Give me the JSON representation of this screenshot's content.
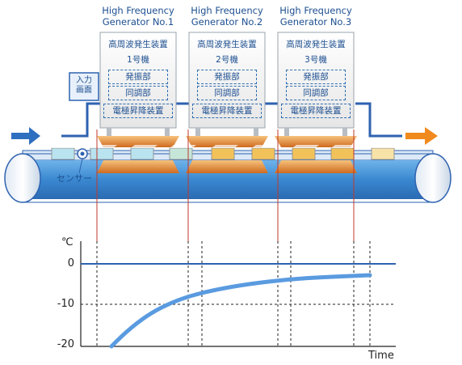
{
  "generators": [
    {
      "title_en": "High Frequency\nGenerator No.1",
      "title_jp": "高周波発生装置",
      "unit": "1号機",
      "oscillator": "発振部",
      "tuning": "同調部",
      "electrode": "電極昇降装置"
    },
    {
      "title_en": "High Frequency\nGenerator No.2",
      "title_jp": "高周波発生装置",
      "unit": "2号機",
      "oscillator": "発振部",
      "tuning": "同調部",
      "electrode": "電極昇降装置"
    },
    {
      "title_en": "High Frequency\nGenerator No.3",
      "title_jp": "高周波発生装置",
      "unit": "3号機",
      "oscillator": "発振部",
      "tuning": "同調部",
      "electrode": "電極昇降装置"
    }
  ],
  "input_screen": "入力\n画面",
  "sensor": "センサー",
  "graph": {
    "unit": "℃",
    "y_ticks": [
      "0",
      "-10",
      "-20"
    ],
    "x_label": "Time"
  },
  "colors": {
    "generator_body": "#f2f2f2",
    "blue_line": "#2e62b0",
    "belt": "#3f8fd6",
    "curve": "#5a9be0",
    "arrow_in": "#2f6fc0",
    "arrow_out": "#f08a1e",
    "food_frozen": "#b9e3ef",
    "food_thawed": "#f2c25a",
    "electrode": "#d97a2a"
  }
}
